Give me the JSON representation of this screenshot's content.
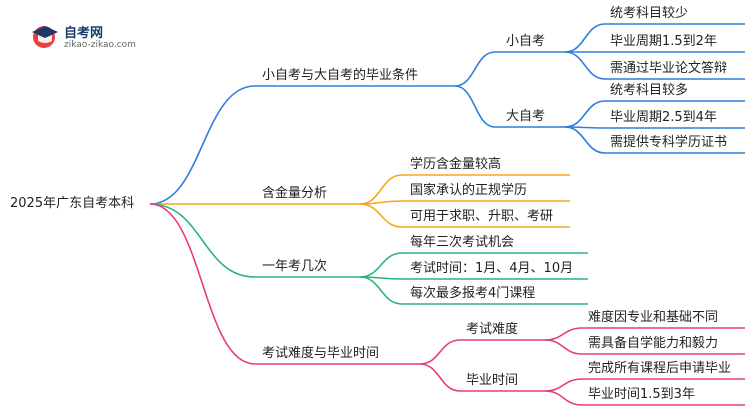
{
  "logo": {
    "name": "自考网",
    "url": "zikao-zikao.com"
  },
  "colors": {
    "blue": "#2f7de1",
    "orange": "#f5a81c",
    "green": "#2bb673",
    "pink": "#e83a7a",
    "logo_red": "#e8413b",
    "logo_blue": "#1a3a6b"
  },
  "root": "2025年广东自考本科",
  "branches": [
    {
      "label": "小自考与大自考的毕业条件",
      "children": [
        {
          "label": "小自考",
          "leaves": [
            "统考科目较少",
            "毕业周期1.5到2年",
            "需通过毕业论文答辩"
          ]
        },
        {
          "label": "大自考",
          "leaves": [
            "统考科目较多",
            "毕业周期2.5到4年",
            "需提供专科学历证书"
          ]
        }
      ]
    },
    {
      "label": "含金量分析",
      "leaves": [
        "学历含金量较高",
        "国家承认的正规学历",
        "可用于求职、升职、考研"
      ]
    },
    {
      "label": "一年考几次",
      "leaves": [
        "每年三次考试机会",
        "考试时间：1月、4月、10月",
        "每次最多报考4门课程"
      ]
    },
    {
      "label": "考试难度与毕业时间",
      "children": [
        {
          "label": "考试难度",
          "leaves": [
            "难度因专业和基础不同",
            "需具备自学能力和毅力"
          ]
        },
        {
          "label": "毕业时间",
          "leaves": [
            "完成所有课程后申请毕业",
            "毕业时间1.5到3年"
          ]
        }
      ]
    }
  ]
}
